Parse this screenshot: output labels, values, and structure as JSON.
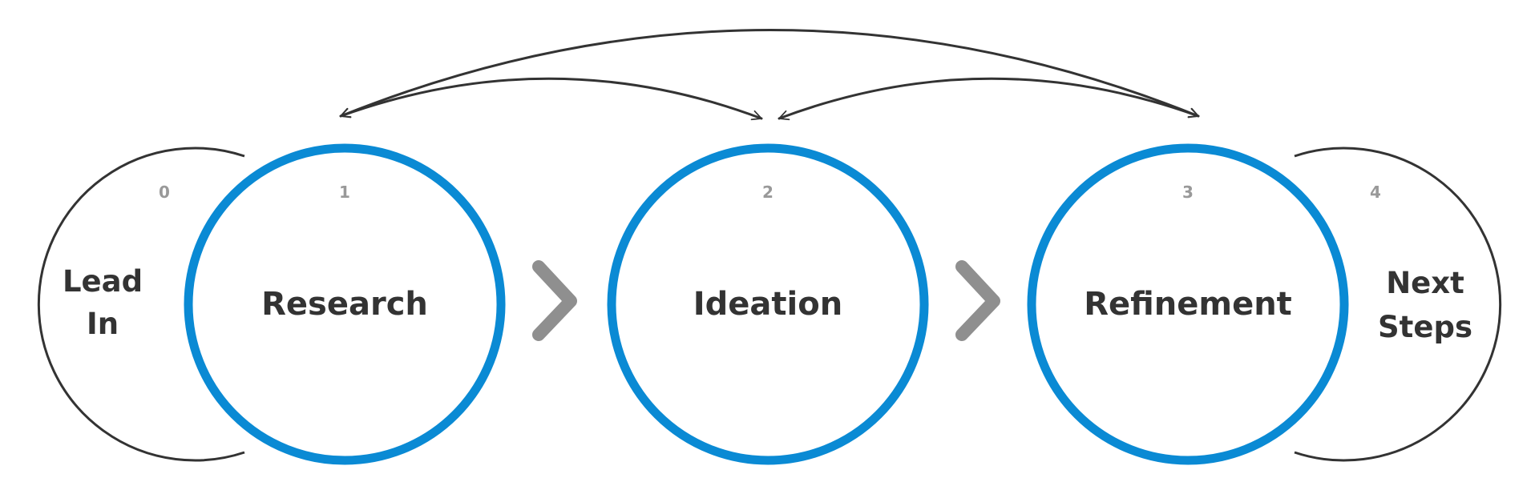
{
  "colors": {
    "accent": "#0a8ad4",
    "outline": "#333333",
    "chevron": "#8f8f8f",
    "number": "#999999",
    "text": "#333333"
  },
  "stages": [
    {
      "number": "0",
      "label_line1": "Lead",
      "label_line2": "In"
    },
    {
      "number": "1",
      "label": "Research"
    },
    {
      "number": "2",
      "label": "Ideation"
    },
    {
      "number": "3",
      "label": "Refinement"
    },
    {
      "number": "4",
      "label_line1": "Next",
      "label_line2": "Steps"
    }
  ],
  "connectors": [
    {
      "from": "Research",
      "to": "Ideation",
      "type": "double-arrow-arc"
    },
    {
      "from": "Ideation",
      "to": "Refinement",
      "type": "double-arrow-arc"
    },
    {
      "from": "Research",
      "to": "Refinement",
      "type": "double-arrow-arc"
    }
  ],
  "flow_icons": [
    "chevron-right-icon",
    "chevron-right-icon"
  ]
}
